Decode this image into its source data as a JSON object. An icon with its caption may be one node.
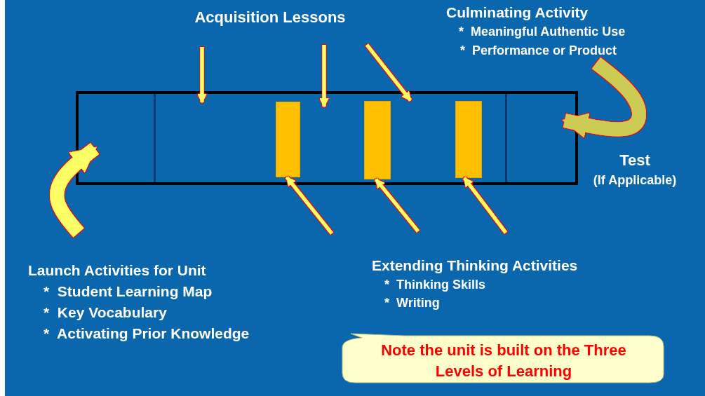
{
  "diagram": {
    "nodes": [
      {
        "text": [
          "Acquisition Lessons"
        ]
      },
      {
        "text": [
          "Culminating Activity",
          "*  Meaningful Authentic Use",
          "*  Performance or Product"
        ]
      },
      {
        "text": [],
        "shape": "box"
      },
      {
        "text": [],
        "shape": "bar",
        "in": 2
      },
      {
        "text": [],
        "shape": "bar",
        "in": 2
      },
      {
        "text": [],
        "shape": "bar",
        "in": 2
      },
      {
        "text": [
          "Test",
          "(If Applicable)"
        ]
      },
      {
        "text": [
          "Launch Activities for Unit",
          "*  Student Learning Map",
          "*  Key Vocabulary",
          "*  Activating Prior Knowledge"
        ]
      },
      {
        "text": [
          "Extending Thinking Activities",
          "*  Thinking Skills",
          "*  Writing"
        ]
      },
      {
        "text": [
          "Note the unit is built on the Three Levels of Learning"
        ]
      }
    ],
    "edges": [
      {
        "from": 0,
        "to": 2,
        "arrow": "to"
      },
      {
        "from": 0,
        "to": 2,
        "arrow": "to"
      },
      {
        "from": 0,
        "to": 2,
        "arrow": "to"
      },
      {
        "from": 8,
        "to": 3,
        "arrow": "to"
      },
      {
        "from": 8,
        "to": 4,
        "arrow": "to"
      },
      {
        "from": 8,
        "to": 5,
        "arrow": "to"
      },
      {
        "from": 7,
        "to": 2,
        "arrow": "to",
        "style": "thick"
      },
      {
        "from": 1,
        "to": 2,
        "arrow": "to",
        "style": "thick",
        "color": "#cccc55"
      }
    ]
  }
}
